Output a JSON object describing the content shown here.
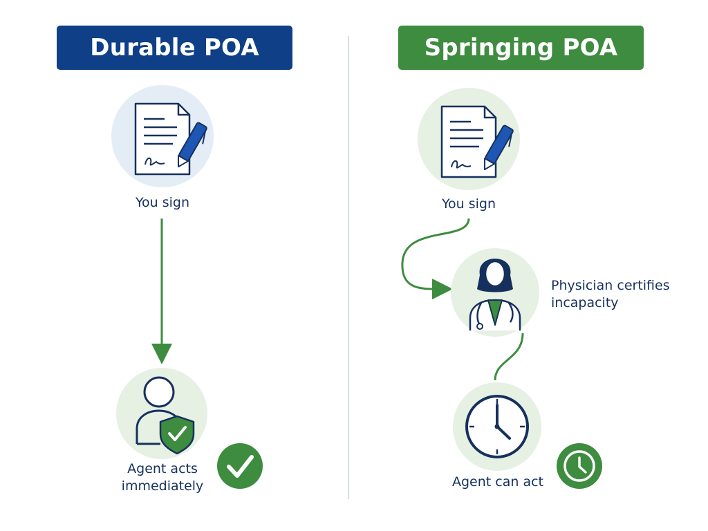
{
  "colors": {
    "navy": "#0f3f86",
    "green": "#3d8c3f",
    "text": "#16305e",
    "circle_blue": "#e4edf6",
    "circle_green": "#e6f0e3",
    "divider": "#c8d8d0"
  },
  "durable": {
    "title": "Durable POA",
    "step1": {
      "label": "You sign",
      "icon": "signed-document-icon"
    },
    "step2": {
      "label_line1": "Agent acts",
      "label_line2": "immediately",
      "icon": "agent-shield-icon"
    },
    "badge_icon": "checkmark-icon"
  },
  "springing": {
    "title": "Springing POA",
    "step1": {
      "label": "You sign",
      "icon": "signed-document-icon"
    },
    "step2": {
      "label_line1": "Physician certifies",
      "label_line2": "incapacity",
      "icon": "physician-icon"
    },
    "step3": {
      "label": "Agent can act",
      "icon": "clock-icon"
    },
    "badge_icon": "clock-badge-icon"
  }
}
